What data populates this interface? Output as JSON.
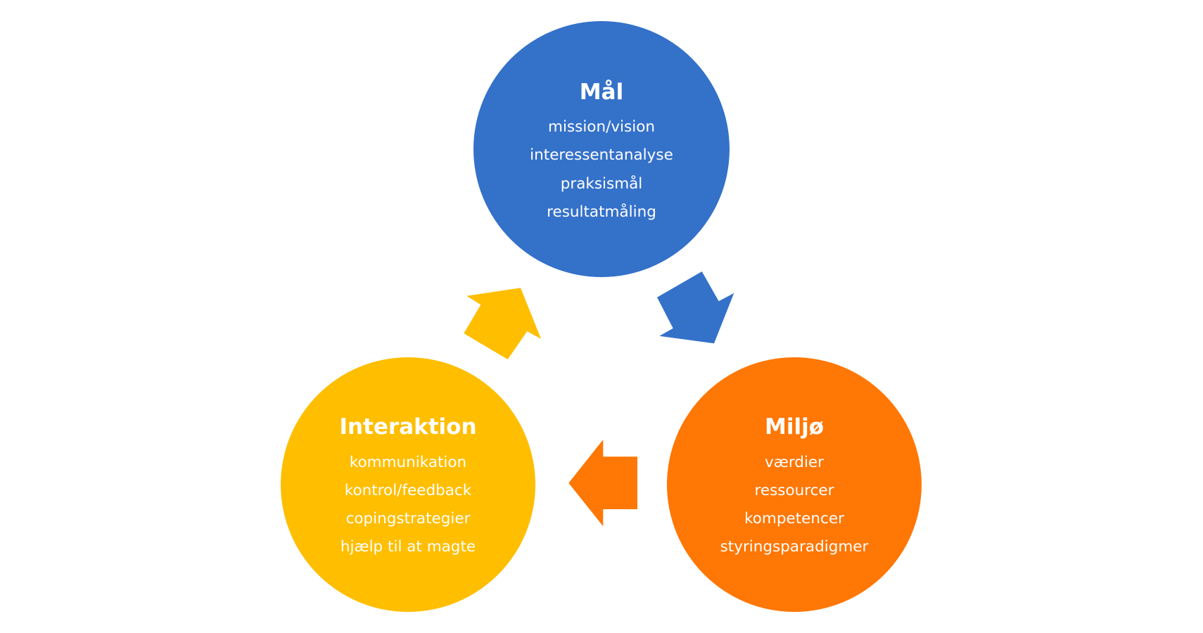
{
  "colors": {
    "blue": "#3471C9",
    "orange": "#FF7704",
    "yellow": "#FFBE00",
    "text": "#FFFFFF",
    "background": "#FFFFFF"
  },
  "nodes": [
    {
      "id": "maal",
      "title": "Mål",
      "color": "#3471C9",
      "items": [
        "mission/vision",
        "interessentanalyse",
        "praksismål",
        "resultatmåling"
      ]
    },
    {
      "id": "miljoe",
      "title": "Miljø",
      "color": "#FF7704",
      "items": [
        "værdier",
        "ressourcer",
        "kompetencer",
        "styringsparadigmer"
      ]
    },
    {
      "id": "interaktion",
      "title": "Interaktion",
      "color": "#FFBE00",
      "items": [
        "kommunikation",
        "kontrol/feedback",
        "copingstrategier",
        "hjælp til at magte"
      ]
    }
  ],
  "arrows": [
    {
      "from": "maal",
      "to": "miljoe",
      "color": "#3471C9",
      "icon": "arrow-down-right"
    },
    {
      "from": "miljoe",
      "to": "interaktion",
      "color": "#FF7704",
      "icon": "arrow-left"
    },
    {
      "from": "interaktion",
      "to": "maal",
      "color": "#FFBE00",
      "icon": "arrow-up-right"
    }
  ]
}
